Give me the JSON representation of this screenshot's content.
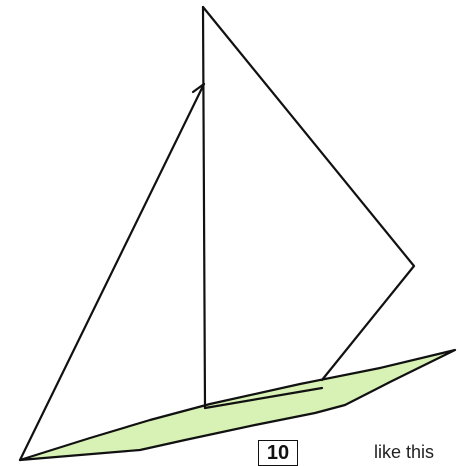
{
  "illustration": {
    "subject": "sailboat",
    "hull_color": "#d8f2b6",
    "line_color": "#111111"
  },
  "step": {
    "number": "10"
  },
  "caption": {
    "text": "like this"
  }
}
